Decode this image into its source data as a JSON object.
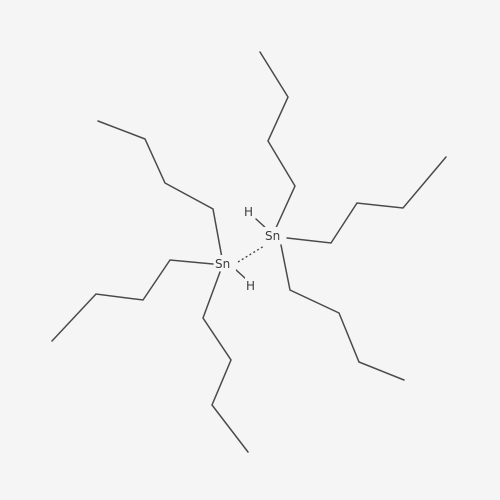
{
  "molecule": {
    "tin_atom_1": {
      "label": "Sn",
      "hydrogen_label": "H"
    },
    "tin_atom_2": {
      "label": "Sn",
      "hydrogen_label": "H"
    }
  },
  "colors": {
    "background": "#f5f5f5",
    "bond": "#4a4a4a",
    "label": "#3d3d3d"
  }
}
